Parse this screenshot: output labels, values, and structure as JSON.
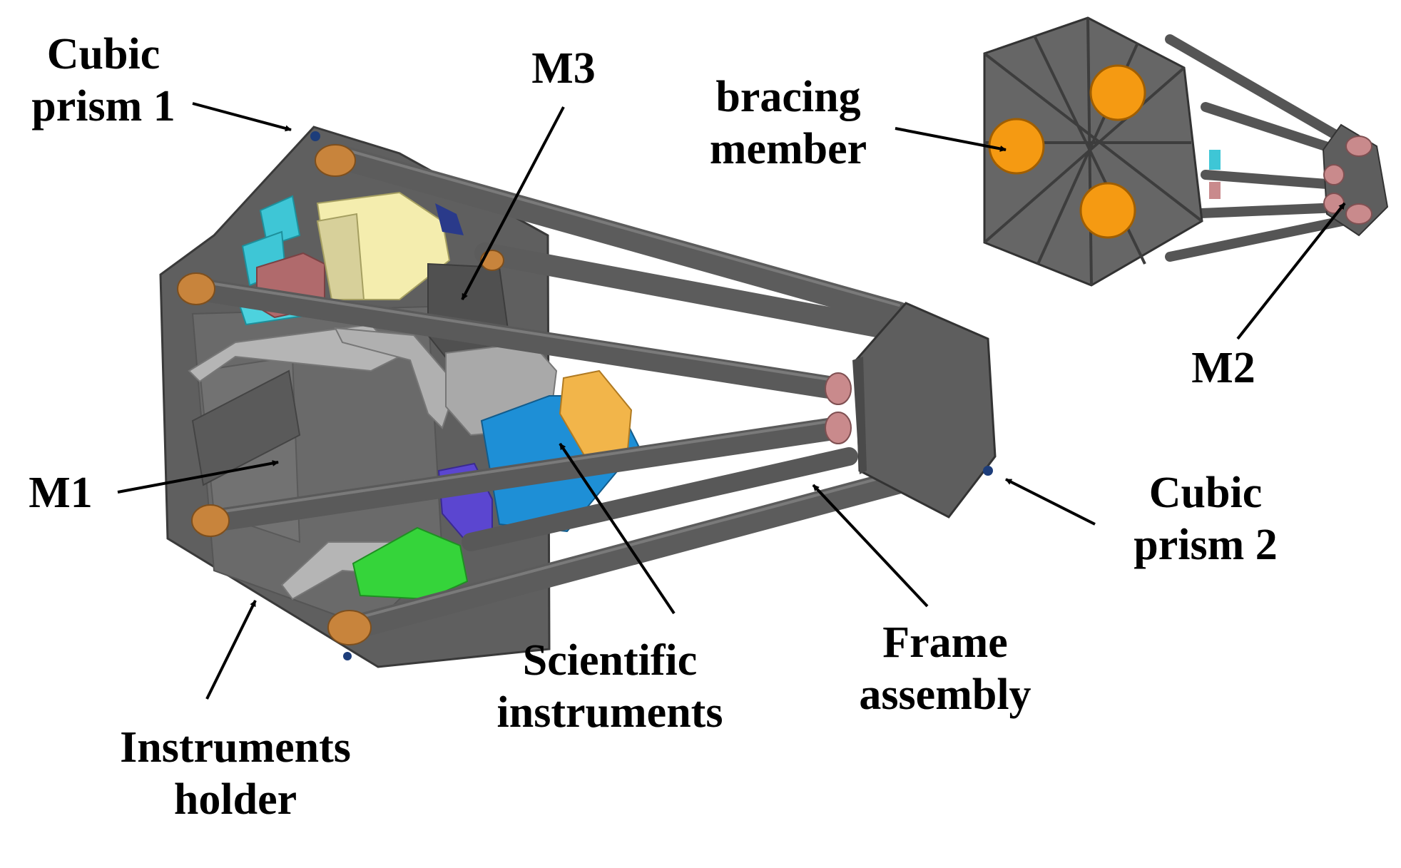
{
  "colors": {
    "frame_gray": "#5f5f5f",
    "dark_gray": "#4a4a4a",
    "light_gray": "#b5b5b5",
    "strut": "#5c5c5c",
    "bronze": "#c8843c",
    "pink": "#c98a8c",
    "cyan": "#3ec6d6",
    "rose": "#b06a6c",
    "cream": "#f4edae",
    "blue": "#1e8fd6",
    "amber": "#f2b54a",
    "violet": "#5b46d0",
    "green": "#35d43a",
    "orange_pad": "#f59a12",
    "ink": "#000000"
  },
  "labels": {
    "cubic_prism_1": [
      "Cubic",
      "prism 1"
    ],
    "m3": [
      "M3"
    ],
    "bracing_member": [
      "bracing",
      "member"
    ],
    "m1": [
      "M1"
    ],
    "m2": [
      "M2"
    ],
    "cubic_prism_2": [
      "Cubic",
      "prism 2"
    ],
    "scientific_instruments": [
      "Scientific",
      "instruments"
    ],
    "frame_assembly": [
      "Frame",
      "assembly"
    ],
    "instruments_holder": [
      "Instruments",
      "holder"
    ]
  }
}
